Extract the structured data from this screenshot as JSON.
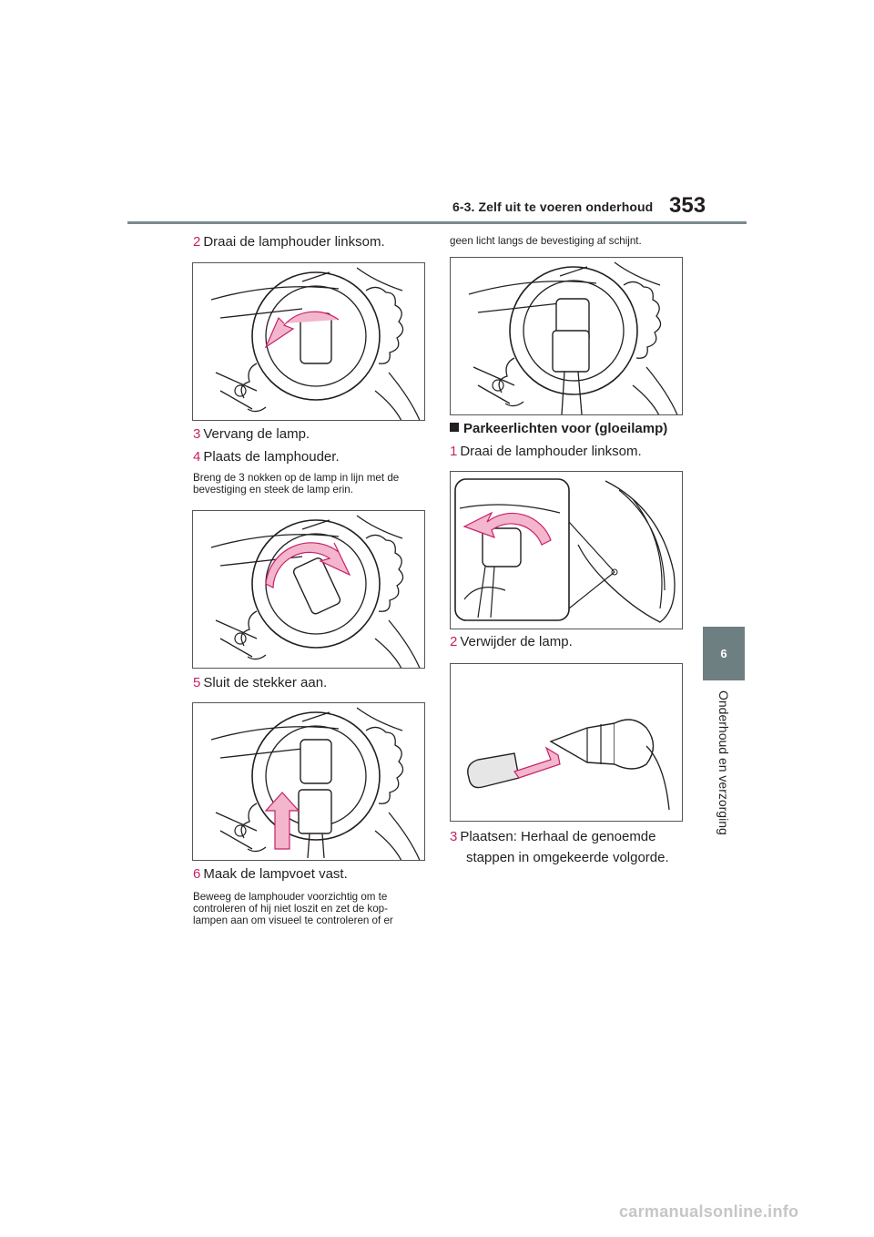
{
  "header": {
    "section": "6-3. Zelf uit te voeren onderhoud",
    "page_number": "353"
  },
  "side_tab": {
    "chapter_number": "6",
    "chapter_title": "Onderhoud en verzorging"
  },
  "left_column": {
    "step2": {
      "num": "2",
      "text": "Draai de lamphouder linksom."
    },
    "step3": {
      "num": "3",
      "text": "Vervang de lamp."
    },
    "step4": {
      "num": "4",
      "text": "Plaats de lamphouder."
    },
    "step4_note": [
      "Breng de 3 nokken op de lamp in lijn met de",
      "bevestiging en steek de lamp erin."
    ],
    "step5": {
      "num": "5",
      "text": "Sluit de stekker aan."
    },
    "step6": {
      "num": "6",
      "text": "Maak de lampvoet vast."
    },
    "step6_note": [
      "Beweeg de lamphouder voorzichtig om te",
      "controleren of hij niet loszit en zet de kop-",
      "lampen aan om visueel te controleren of er"
    ]
  },
  "right_column": {
    "continued_note": "geen licht langs de bevestiging af schijnt.",
    "heading": "Parkeerlichten voor (gloeilamp)",
    "step1": {
      "num": "1",
      "text": "Draai de lamphouder linksom."
    },
    "step2": {
      "num": "2",
      "text": "Verwijder de lamp."
    },
    "step3": {
      "num": "3",
      "lines": [
        "Plaatsen: Herhaal de genoemde",
        "stappen in omgekeerde volgorde."
      ]
    }
  },
  "footer": {
    "watermark": "carmanualsonline.info"
  },
  "colors": {
    "accent": "#c82168",
    "arrow_fill": "#f3b6cd",
    "tab": "#6e7f82",
    "rule": "#7a8a8c"
  }
}
